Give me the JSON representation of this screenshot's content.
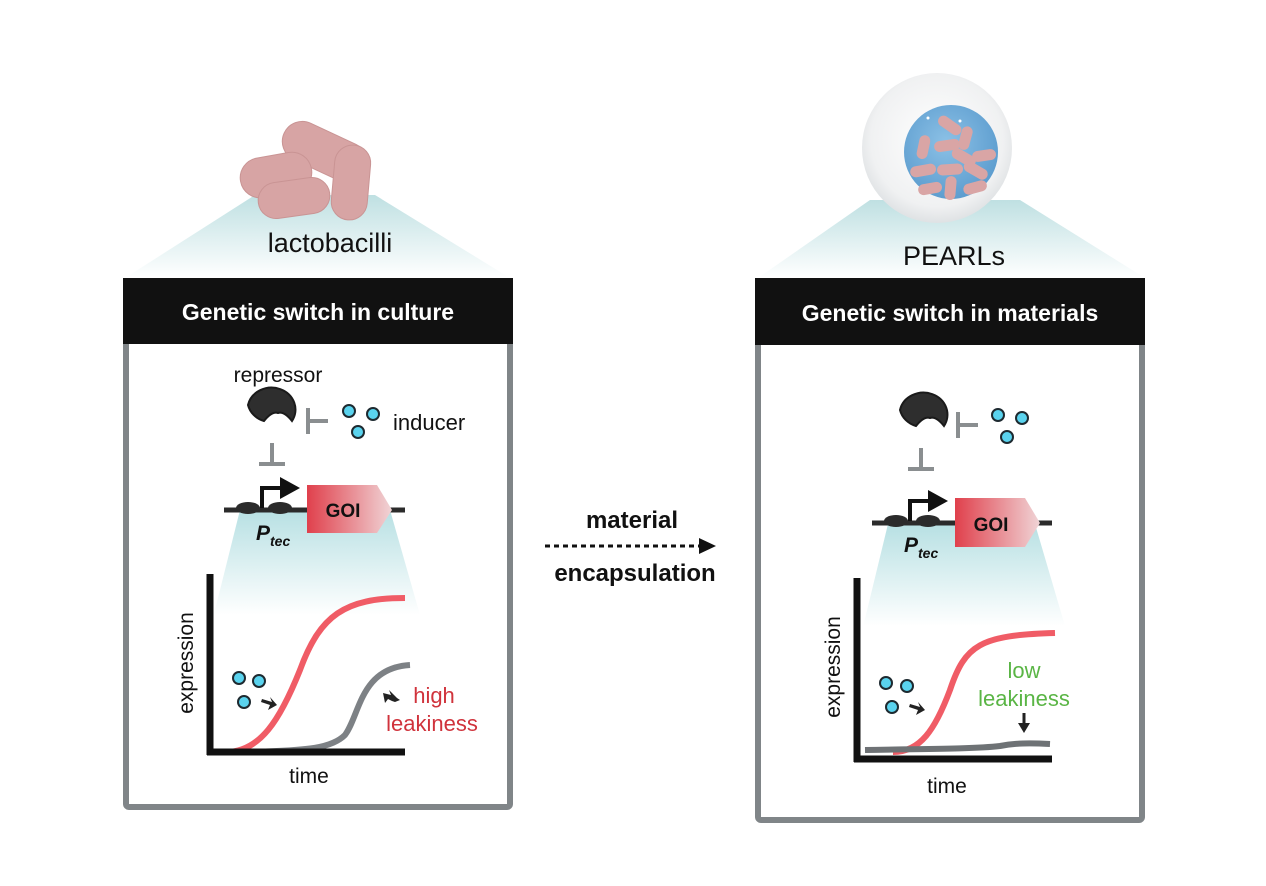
{
  "colors": {
    "header_bg": "#111111",
    "frame": "#808588",
    "repressor": "#2e2e2e",
    "inhibition": "#8a8e90",
    "inducer": "#5ad3ee",
    "induced_curve": "#f05c66",
    "leaky_curve": "#7d8185",
    "goi_start": "#e0404c",
    "goi_end": "#f0d4d6",
    "high_leak_text": "#d0333c",
    "low_leak_text": "#5ab545",
    "cell_pink": "#d9a5a5",
    "pearl_core": "#6aa8d6",
    "spotlight": "#bfe3e6"
  },
  "left_panel": {
    "organism_label": "lactobacilli",
    "header": "Genetic switch in culture",
    "repressor_label": "repressor",
    "inducer_label": "inducer",
    "promoter_label": "P",
    "promoter_subscript": "tec",
    "gene_label": "GOI",
    "y_axis": "expression",
    "x_axis": "time",
    "annotation_line1": "high",
    "annotation_line2": "leakiness"
  },
  "middle": {
    "line1": "material",
    "line2": "encapsulation"
  },
  "right_panel": {
    "organism_label": "PEARLs",
    "header": "Genetic switch in materials",
    "promoter_label": "P",
    "promoter_subscript": "tec",
    "gene_label": "GOI",
    "y_axis": "expression",
    "x_axis": "time",
    "annotation_line1": "low",
    "annotation_line2": "leakiness"
  }
}
